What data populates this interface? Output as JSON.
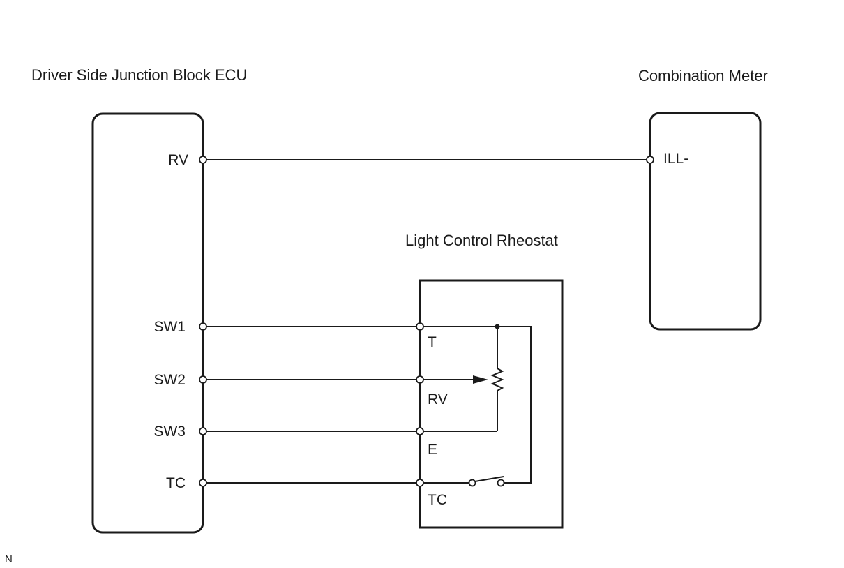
{
  "components": {
    "ecu": {
      "name": "Driver Side Junction Block ECU",
      "pins": [
        "RV",
        "SW1",
        "SW2",
        "SW3",
        "TC"
      ]
    },
    "meter": {
      "name": "Combination Meter",
      "pins": [
        "ILL-"
      ]
    },
    "rheostat": {
      "name": "Light Control Rheostat",
      "pins": [
        "T",
        "RV",
        "E",
        "TC"
      ]
    }
  },
  "connections": [
    {
      "from": "ecu.RV",
      "to": "meter.ILL-"
    },
    {
      "from": "ecu.SW1",
      "to": "rheostat.T"
    },
    {
      "from": "ecu.SW2",
      "to": "rheostat.RV"
    },
    {
      "from": "ecu.SW3",
      "to": "rheostat.E"
    },
    {
      "from": "ecu.TC",
      "to": "rheostat.TC"
    }
  ],
  "internal_elements": {
    "resistor": "potentiometer",
    "switch": "normally-open"
  },
  "footer_code": "N"
}
